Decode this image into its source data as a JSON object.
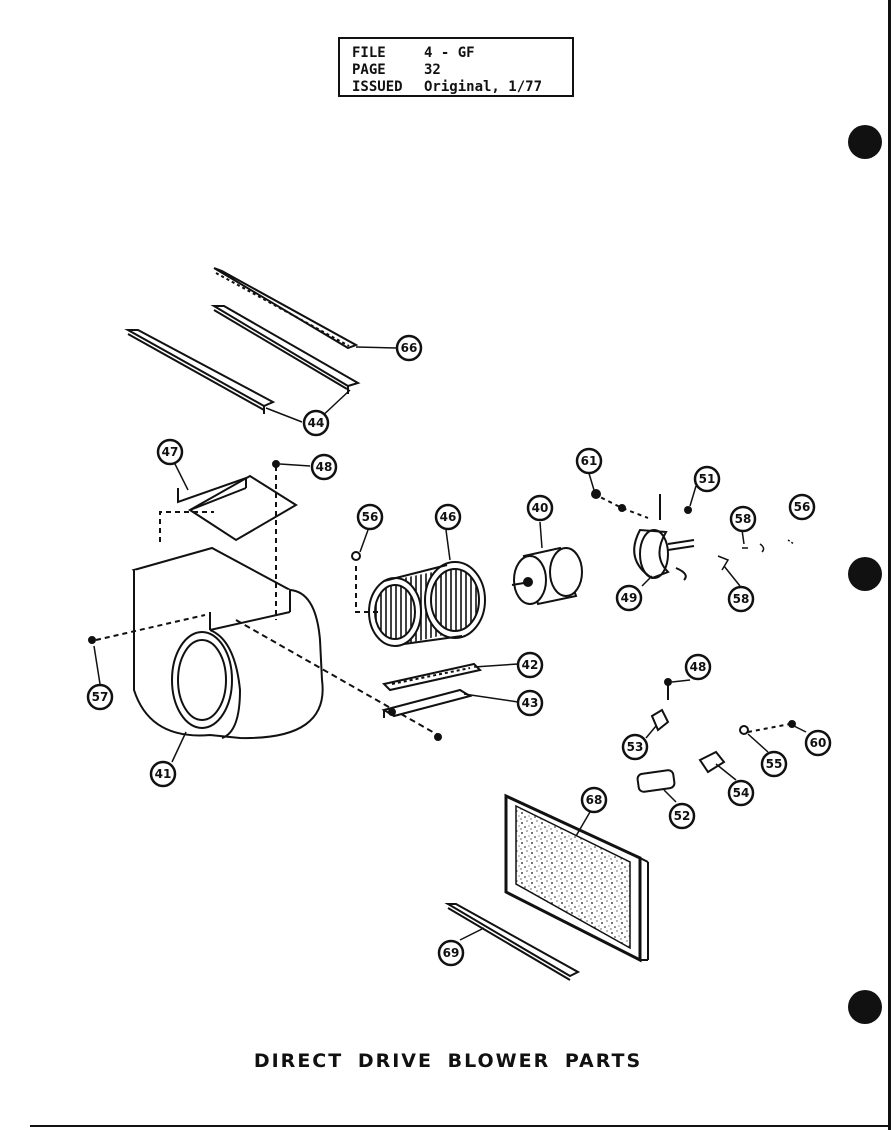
{
  "header": {
    "rows": [
      {
        "key": "FILE",
        "value": "4 - GF"
      },
      {
        "key": "PAGE",
        "value": "32"
      },
      {
        "key": "ISSUED",
        "value": "Original, 1/77"
      }
    ]
  },
  "callouts": [
    "66",
    "44",
    "47",
    "48",
    "56",
    "46",
    "40",
    "61",
    "51",
    "58",
    "56",
    "49",
    "58",
    "42",
    "43",
    "57",
    "41",
    "48",
    "53",
    "55",
    "60",
    "54",
    "52",
    "68",
    "69"
  ],
  "caption": "DIRECT DRIVE BLOWER PARTS",
  "colors": {
    "ink": "#111111",
    "paper": "#ffffff"
  }
}
